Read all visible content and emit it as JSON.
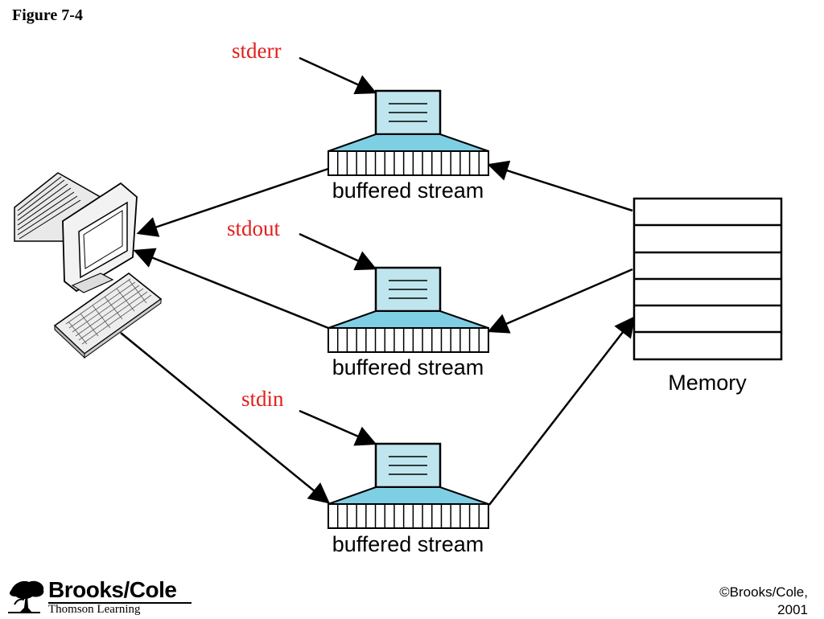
{
  "figure": {
    "title": "Figure 7-4"
  },
  "streams": [
    {
      "name": "stderr",
      "caption": "buffered stream"
    },
    {
      "name": "stdout",
      "caption": "buffered stream"
    },
    {
      "name": "stdin",
      "caption": "buffered stream"
    }
  ],
  "memory": {
    "label": "Memory"
  },
  "footer": {
    "logo_brand": "Brooks/Cole",
    "logo_sub": "Thomson Learning",
    "copyright_line1": "©Brooks/Cole,",
    "copyright_line2": "2001"
  },
  "colors": {
    "stream_label": "#e0201c",
    "buffer_light": "#bfe6ef",
    "buffer_dark": "#7fcfe4",
    "line": "#000000"
  },
  "icons": {
    "computer": "computer-terminal-icon",
    "logo": "tree-logo-icon"
  }
}
